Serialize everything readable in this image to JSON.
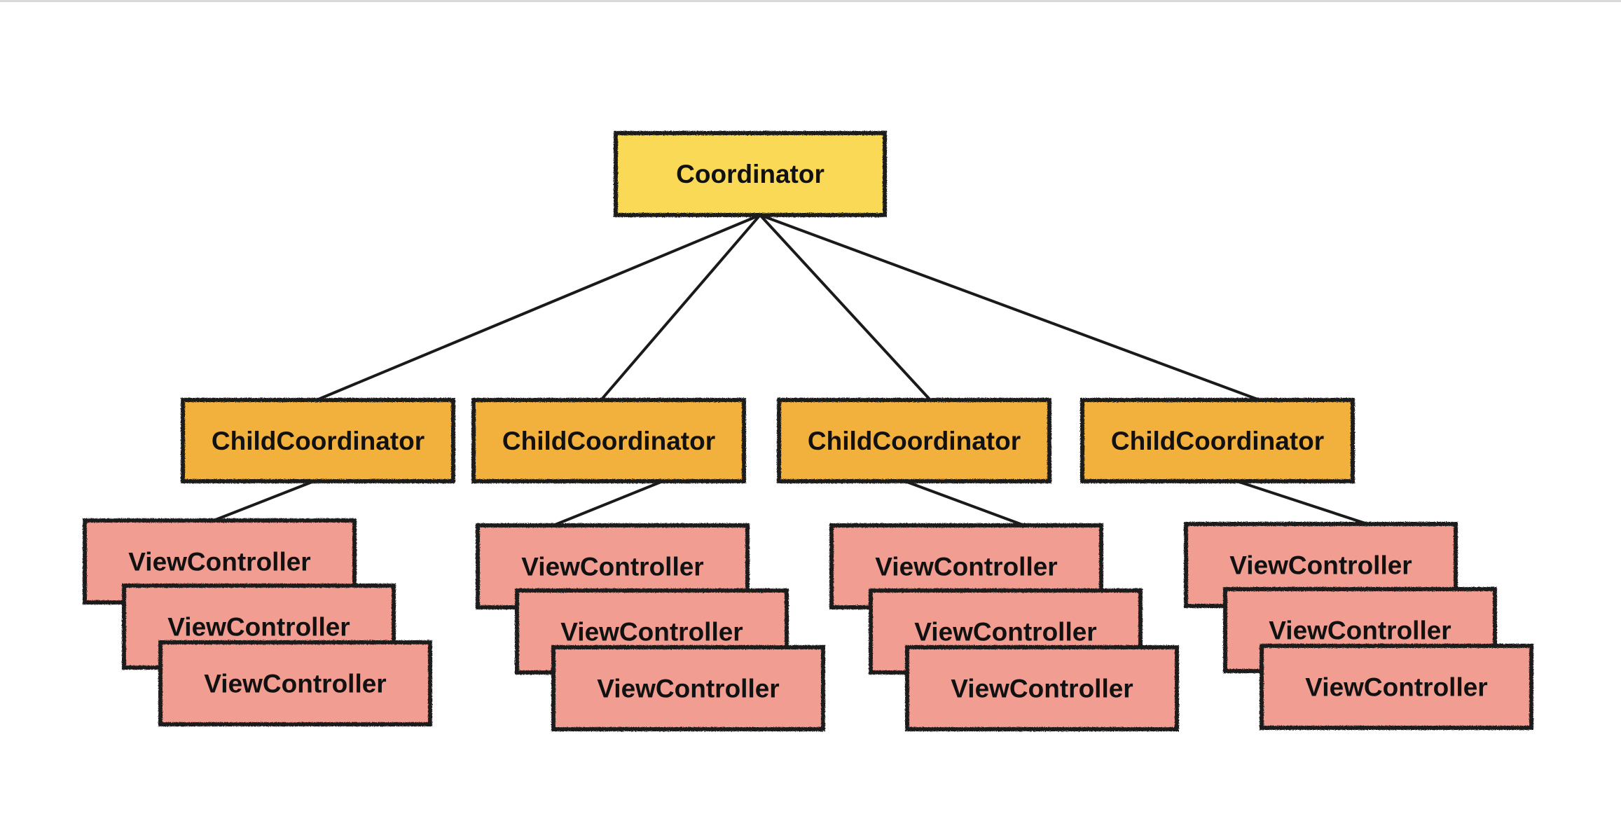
{
  "colors": {
    "root_fill": "#f9d954",
    "child_fill": "#f2b03d",
    "view_fill": "#f19d91",
    "stroke": "#1a1a1a"
  },
  "root": {
    "label": "Coordinator"
  },
  "children": [
    {
      "label": "ChildCoordinator",
      "view_controllers": [
        "ViewController",
        "ViewController",
        "ViewController"
      ]
    },
    {
      "label": "ChildCoordinator",
      "view_controllers": [
        "ViewController",
        "ViewController",
        "ViewController"
      ]
    },
    {
      "label": "ChildCoordinator",
      "view_controllers": [
        "ViewController",
        "ViewController",
        "ViewController"
      ]
    },
    {
      "label": "ChildCoordinator",
      "view_controllers": [
        "ViewController",
        "ViewController",
        "ViewController"
      ]
    }
  ]
}
